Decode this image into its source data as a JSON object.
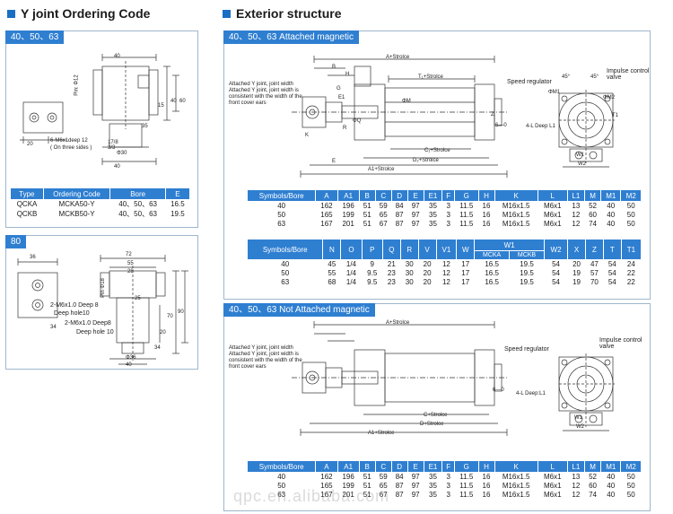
{
  "left": {
    "title": "Y joint Ordering Code",
    "panel1_tab": "40、50、63",
    "panel2_tab": "80",
    "drawing1_labels": {
      "d40a": "40",
      "d20": "20",
      "d40b": "40",
      "d30": "Φ30",
      "d35": "35",
      "d60": "60",
      "d40c": "40",
      "d15": "15",
      "d12": "Pin: Φ12",
      "thread": "6-M6x1deep 12",
      "sides": "( On three sides )",
      "d17": "17/8",
      "d30b": "3/3"
    },
    "order_table": {
      "headers": [
        "Type",
        "Ordering Code",
        "Bore",
        "E"
      ],
      "rows": [
        [
          "QCKA",
          "MCKA50-Y",
          "40、50、63",
          "16.5"
        ],
        [
          "QCKB",
          "MCKB50-Y",
          "40、50、63",
          "19.5"
        ]
      ]
    },
    "drawing2_labels": {
      "d36": "36",
      "d72": "72",
      "d55": "55",
      "d28": "28",
      "d18": "Pin Φ18",
      "d25": "25",
      "deep8": "2-M6x1.0 Deep 8",
      "hole10": "Deep hole10",
      "deep8b": "2-M6x1.0 Deep8",
      "hole10b": "Deep hole 10",
      "d34": "34",
      "d36b": "Φ36",
      "d40": "40",
      "d70": "70",
      "d90": "90",
      "d20": "20",
      "d34b": "34"
    }
  },
  "right": {
    "title": "Exterior structure",
    "panel1_tab": "40、50、63 Attached magnetic",
    "panel2_tab": "40、50、63 Not Attached magnetic",
    "drawing_labels": {
      "a_stroke": "A+Strolce",
      "t_stroke": "T₁+Strolce",
      "c_stroke": "C₁+Strolce",
      "d2_stroke": "D₂+Strolce",
      "a1_stroke": "A1+Strolce",
      "c_stroke2": "C+Strolce",
      "d_stroke2": "D+Strolce",
      "a1_stroke2": "A1+Strolce",
      "a_stroke2": "A+Strolce",
      "attached_note": "Attached Y joint, joint width\nAttached Y joint, joint width is consistent with the width of the front cover ears",
      "attached_note2": "Attached Y joint, joint width\nAttached Y joint, joint width is consistent with the width of the front cover ears",
      "speed_reg": "Speed regulator",
      "speed_reg2": "Speed regulator",
      "impulse": "Impulse control valve",
      "impulse2": "Impulse control valve",
      "deep_l1": "4-L Deep L1",
      "deep_l1b": "4-L Deep:L1",
      "m1": "ΦM1",
      "m2": "ΦM2",
      "w1": "W1",
      "w2": "W2",
      "ang45a": "45°",
      "ang45b": "45°",
      "g0": "6—0",
      "lbl_B": "B",
      "lbl_H": "H",
      "lbl_G": "G",
      "lbl_E1": "E1",
      "lbl_F": "F",
      "lbl_E": "E",
      "lbl_K": "K",
      "lbl_R": "R",
      "lbl_Q": "ΦQ",
      "lbl_M": "ΦM",
      "lbl_Z": "Z",
      "lbl_O": "O",
      "lbl_J": "J",
      "lbl_T1": "T1"
    },
    "table1": {
      "headers": [
        "Symbols/Bore",
        "A",
        "A1",
        "B",
        "C",
        "D",
        "E",
        "E1",
        "F",
        "G",
        "H",
        "K",
        "L",
        "L1",
        "M",
        "M1",
        "M2"
      ],
      "rows": [
        [
          "40",
          "162",
          "196",
          "51",
          "59",
          "84",
          "97",
          "35",
          "3",
          "11.5",
          "16",
          "M16x1.5",
          "M6x1",
          "13",
          "52",
          "40",
          "50"
        ],
        [
          "50",
          "165",
          "199",
          "51",
          "65",
          "87",
          "97",
          "35",
          "3",
          "11.5",
          "16",
          "M16x1.5",
          "M6x1",
          "12",
          "60",
          "40",
          "50"
        ],
        [
          "63",
          "167",
          "201",
          "51",
          "67",
          "87",
          "97",
          "35",
          "3",
          "11.5",
          "16",
          "M16x1.5",
          "M6x1",
          "12",
          "74",
          "40",
          "50"
        ]
      ]
    },
    "table2": {
      "headers": [
        "Symbols/Bore",
        "N",
        "O",
        "P",
        "Q",
        "R",
        "V",
        "V1",
        "W",
        "W1",
        "W2",
        "X",
        "Z",
        "T",
        "T1"
      ],
      "w1_sub": [
        "MCKA",
        "MCKB"
      ],
      "rows": [
        [
          "40",
          "45",
          "1/4",
          "9",
          "21",
          "30",
          "20",
          "12",
          "17",
          "16.5",
          "19.5",
          "54",
          "20",
          "47",
          "54",
          "24"
        ],
        [
          "50",
          "55",
          "1/4",
          "9.5",
          "23",
          "30",
          "20",
          "12",
          "17",
          "16.5",
          "19.5",
          "54",
          "19",
          "57",
          "54",
          "22"
        ],
        [
          "63",
          "68",
          "1/4",
          "9.5",
          "23",
          "30",
          "20",
          "12",
          "17",
          "16.5",
          "19.5",
          "54",
          "19",
          "70",
          "54",
          "22"
        ]
      ]
    },
    "table3": {
      "headers": [
        "Symbols/Bore",
        "A",
        "A1",
        "B",
        "C",
        "D",
        "E",
        "E1",
        "F",
        "G",
        "H",
        "K",
        "L",
        "L1",
        "M",
        "M1",
        "M2"
      ],
      "rows": [
        [
          "40",
          "162",
          "196",
          "51",
          "59",
          "84",
          "97",
          "35",
          "3",
          "11.5",
          "16",
          "M16x1.5",
          "M6x1",
          "13",
          "52",
          "40",
          "50"
        ],
        [
          "50",
          "165",
          "199",
          "51",
          "65",
          "87",
          "97",
          "35",
          "3",
          "11.5",
          "16",
          "M16x1.5",
          "M6x1",
          "12",
          "60",
          "40",
          "50"
        ],
        [
          "63",
          "167",
          "201",
          "51",
          "67",
          "87",
          "97",
          "35",
          "3",
          "11.5",
          "16",
          "M16x1.5",
          "M6x1",
          "12",
          "74",
          "40",
          "50"
        ]
      ]
    }
  },
  "watermark": "qpc.en.alibaba.com",
  "colors": {
    "accent": "#2f7fd1",
    "panel_border": "#9fb6cc",
    "title_square": "#1a6fc4"
  }
}
